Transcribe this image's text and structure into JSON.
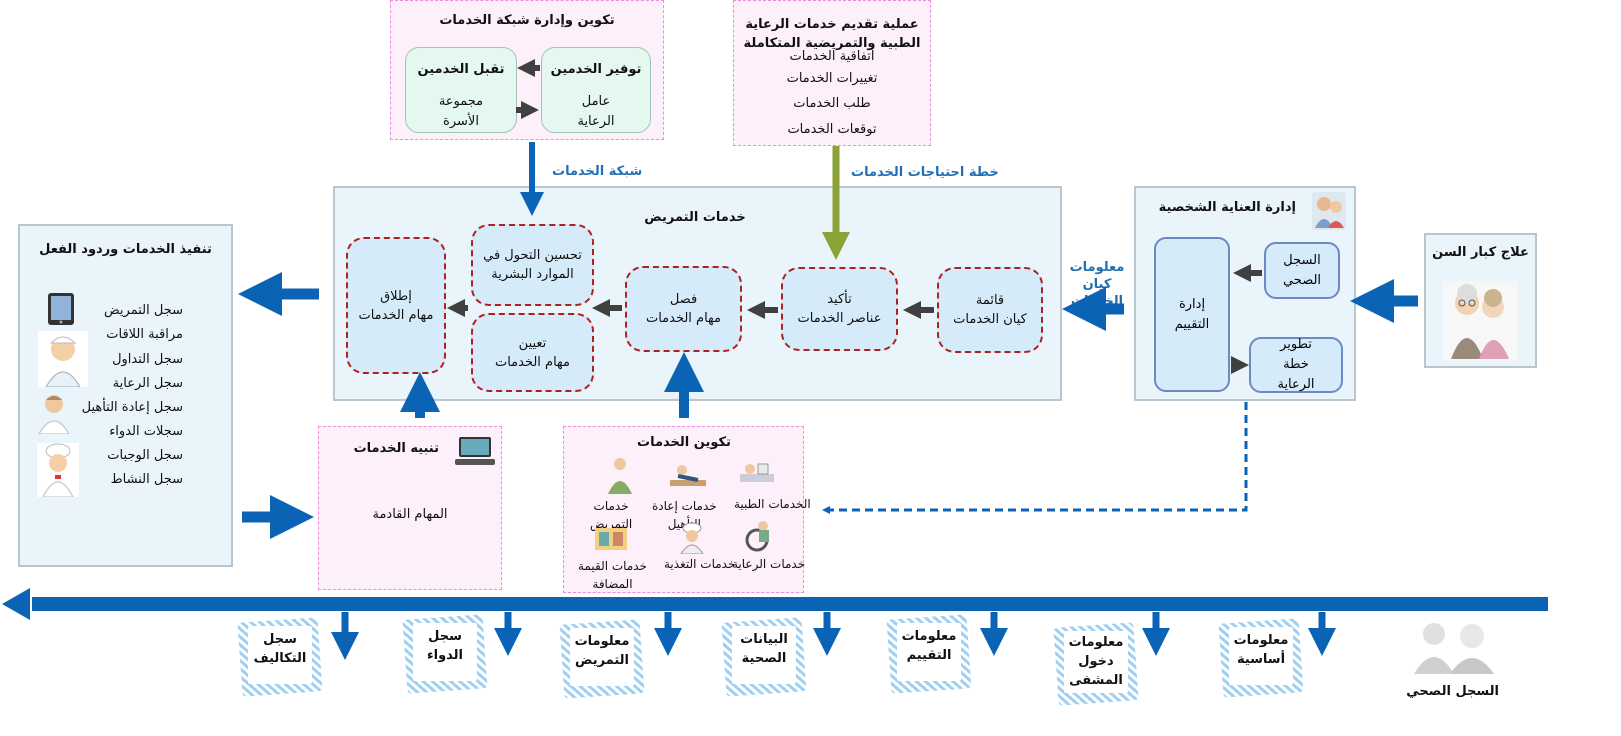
{
  "colors": {
    "blue_arrow": "#0b63b6",
    "green_arrow": "#8aa236",
    "dark_arrow": "#404040",
    "red_dash": "#b02020",
    "pink_dash": "#f08ce0"
  },
  "network_panel": {
    "title": "تكوين وإدارة شبكة الخدمات",
    "provide": {
      "title": "توفير الخدمين",
      "body": "عامل\nالرعاية"
    },
    "receive": {
      "title": "تقبل الخدمين",
      "body": "مجموعة\nالأسرة"
    }
  },
  "process_panel": {
    "title": "عملية تقديم خدمات الرعاية\nالطبية والتمريضية المتكاملة",
    "items": [
      "اتفاقية الخدمات",
      "تغييرات الخدمات",
      "طلب الخدمات",
      "توقعات الخدمات"
    ]
  },
  "labels": {
    "service_network": "شبكة الخدمات",
    "needs_plan": "خطة احتياجات الخدمات",
    "entity_info": "معلومات\nكيان\nالخدمات"
  },
  "nursing_panel": {
    "title": "خدمات التمريض",
    "list": "قائمة\nكيان الخدمات",
    "confirm": "تأكيد\nعناصر الخدمات",
    "separate": "فصل\nمهام الخدمات",
    "improve": "تحسين التحول في\nالموارد البشرية",
    "assign": "تعيين\nمهام الخدمات",
    "launch": "إطلاق\nمهام الخدمات"
  },
  "care_panel": {
    "title": "إدارة العناية الشخصية",
    "record": "السجل\nالصحي",
    "assess": "إدارة\nالتقييم",
    "plan": "تطوير\nخطة\nالرعاية"
  },
  "elderly_panel": {
    "title": "علاج كبار السن",
    "icon": "elderly-couple-icon"
  },
  "execution_panel": {
    "title": "تنفيذ الخدمات وردود الفعل",
    "items": [
      "سجل التمريض",
      "مراقبة اللاقات",
      "سجل التداول",
      "سجل الرعاية",
      "سجل إعادة التأهيل",
      "سجلات الدواء",
      "سجل الوجبات",
      "سجل النشاط"
    ]
  },
  "alert_panel": {
    "title": "تنبيه الخدمات",
    "body": "المهام القادمة",
    "icon": "computer-icon"
  },
  "formation_panel": {
    "title": "تكوين الخدمات",
    "items": [
      "الخدمات الطبية",
      "خدمات إعادة\nالتأهيل",
      "خدمات\nالتمريض",
      "خدمات الرعاية",
      "خدمات التغذية",
      "خدمات القيمة\nالمضافة"
    ]
  },
  "records": [
    "معلومات\nأساسية",
    "معلومات\nدخول\nالمشفى",
    "معلومات\nالتقييم",
    "البيانات\nالصحية",
    "معلومات\nالتمريض",
    "سجل\nالدواء",
    "سجل\nالتكاليف"
  ],
  "health_record_label": "السجل الصحي"
}
